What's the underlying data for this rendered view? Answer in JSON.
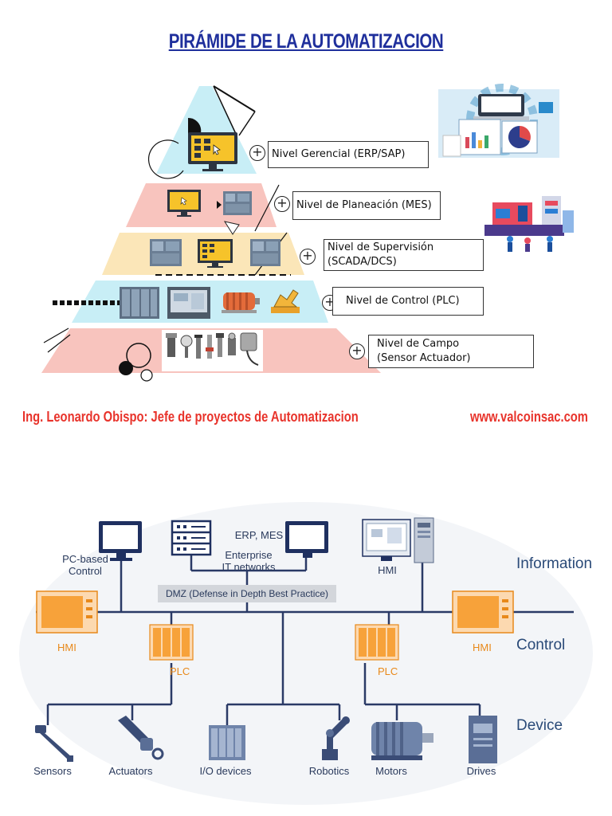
{
  "pyramid": {
    "title": "PIRÁMIDE DE LA AUTOMATIZACION",
    "levels": [
      {
        "line1": "Nivel Gerencial (ERP/SAP)",
        "line2": "",
        "color": "#c8eef6"
      },
      {
        "line1": "Nivel de Planeación (MES)",
        "line2": "",
        "color": "#f8c4be"
      },
      {
        "line1": "Nivel de Supervisión",
        "line2": "(SCADA/DCS)",
        "color": "#fbe6b8"
      },
      {
        "line1": "Nivel de Control (PLC)",
        "line2": "",
        "color": "#c8eef6"
      },
      {
        "line1": "Nivel de Campo",
        "line2": "(Sensor Actuador)",
        "color": "#f8c4be"
      }
    ],
    "plus_symbol": "+"
  },
  "credit": {
    "author": "Ing. Leonardo Obispo: Jefe de proyectos de Automatizacion",
    "website": "www.valcoinsac.com"
  },
  "network": {
    "top": {
      "pc_based_control": "PC-based\nControl",
      "erp_mes": "ERP, MES",
      "enterprise": "Enterprise\nIT networks",
      "hmi_top": "HMI",
      "dmz": "DMZ (Defense in Depth Best Practice)"
    },
    "control": {
      "hmi_left": "HMI",
      "hmi_right": "HMI",
      "plc_left": "PLC",
      "plc_right": "PLC"
    },
    "tiers": {
      "information": "Information",
      "control": "Control",
      "device": "Device"
    },
    "devices": [
      "Sensors",
      "Actuators",
      "I/O devices",
      "Robotics",
      "Motors",
      "Drives"
    ],
    "colors": {
      "line": "#2a3a66",
      "orange": "#f7a23a",
      "navy": "#1f3060",
      "tier_text": "#2a4a78"
    }
  }
}
